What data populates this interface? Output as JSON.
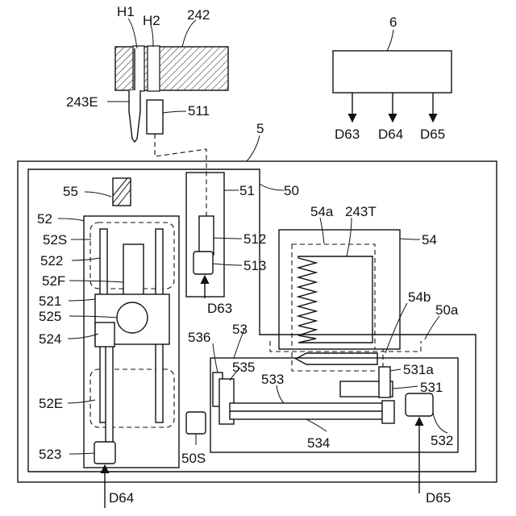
{
  "labels": {
    "h1": "H1",
    "h2": "H2",
    "n242": "242",
    "n6": "6",
    "n243e": "243E",
    "n511": "511",
    "d63_top": "D63",
    "d64_top": "D64",
    "d65_top": "D65",
    "n5": "5",
    "n55": "55",
    "n51": "51",
    "n50": "50",
    "n52": "52",
    "n52s": "52S",
    "n54a": "54a",
    "n243t": "243T",
    "n54": "54",
    "n512": "512",
    "n522": "522",
    "n513": "513",
    "n52f": "52F",
    "n521": "521",
    "d63_mid": "D63",
    "n54b": "54b",
    "n525": "525",
    "n50a": "50a",
    "n53": "53",
    "n524": "524",
    "n536": "536",
    "n535": "535",
    "n531a": "531a",
    "n533": "533",
    "n531": "531",
    "n52e": "52E",
    "n532": "532",
    "n534": "534",
    "n523": "523",
    "n50s": "50S",
    "d64_bottom": "D64",
    "d65_bottom": "D65"
  }
}
